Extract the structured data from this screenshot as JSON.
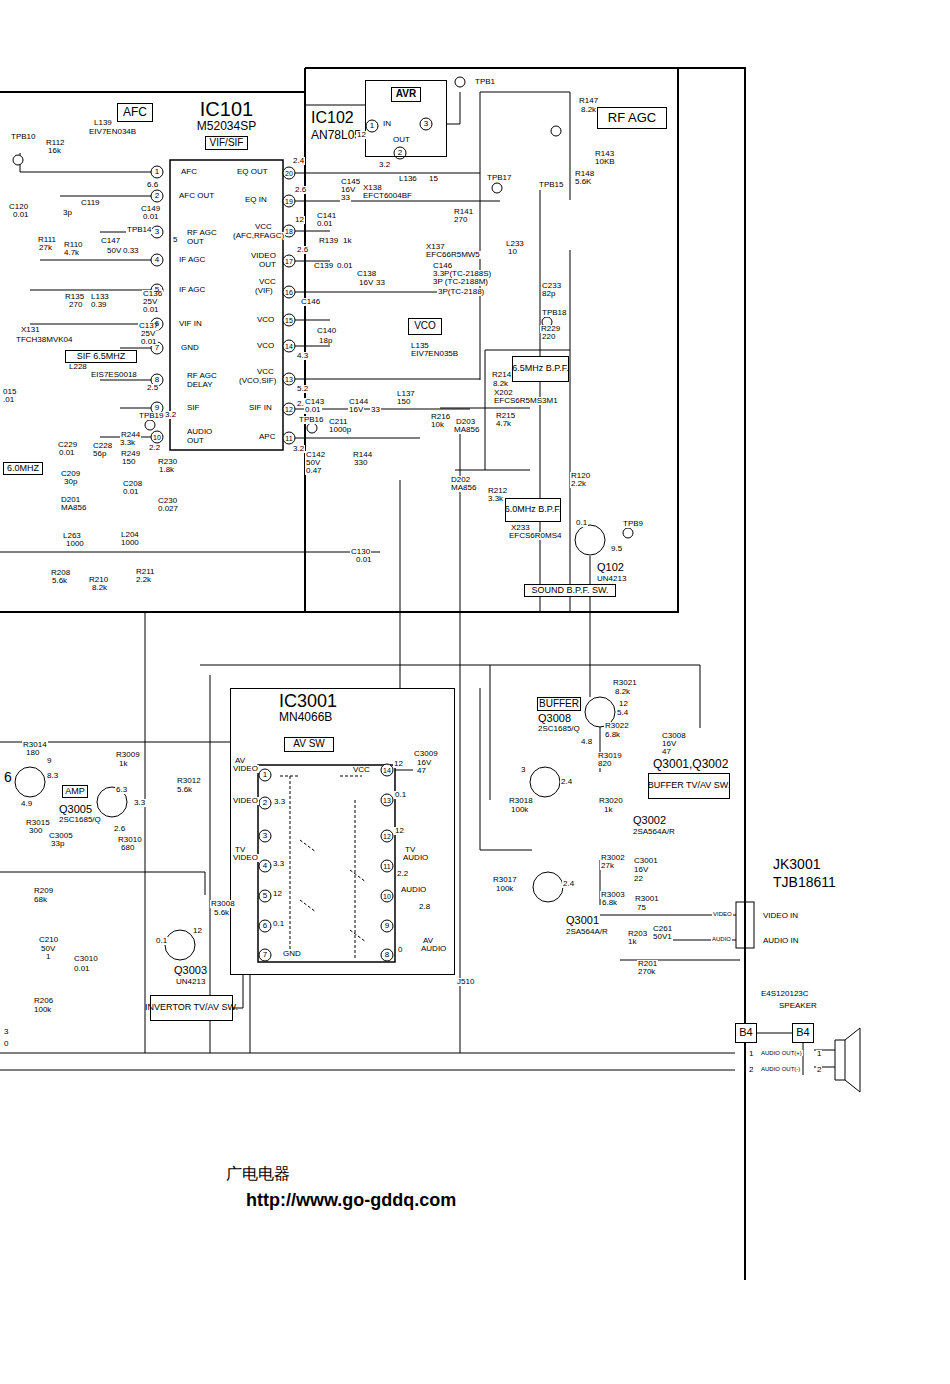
{
  "diagram": {
    "nodes": [
      {
        "text": [
          "AFC"
        ]
      },
      {
        "text": [
          "IC101",
          "M52034SP",
          "VIF/SIF"
        ]
      },
      {
        "text": [
          "AVR"
        ]
      },
      {
        "text": [
          "RF AGC"
        ]
      },
      {
        "text": [
          "SIF 6.5MHZ"
        ]
      },
      {
        "text": [
          "VCO"
        ]
      },
      {
        "text": [
          "6.5MHz B.P.F."
        ]
      },
      {
        "text": [
          "6.0MHz B.P.F."
        ]
      },
      {
        "text": [
          "SOUND B.P.F. SW."
        ]
      },
      {
        "text": [
          "IC3001",
          "MN4066B"
        ]
      },
      {
        "text": [
          "AV SW"
        ],
        "in": 9
      },
      {
        "text": [
          "BUFFER"
        ]
      },
      {
        "text": [
          "AMP"
        ]
      },
      {
        "text": [
          "INVERTOR TV/AV SW."
        ]
      },
      {
        "text": [
          "B4"
        ]
      },
      {
        "text": [
          "B4"
        ]
      },
      {
        "text": [
          "6.0MHZ"
        ]
      },
      {
        "text": [
          "BUFFER TV/AV SW."
        ]
      }
    ],
    "edges": [
      {
        "from": 13,
        "to": 9,
        "arrow": "none"
      },
      {
        "from": 14,
        "to": 15,
        "arrow": "none"
      }
    ],
    "labels": [
      "TPB10",
      "R112",
      "16k",
      "L139",
      "EIV7EN034B",
      "C120",
      "0.01",
      "C119",
      "3p",
      "R111",
      "27k",
      "R110",
      "4.7k",
      "C147",
      "50V",
      "0.33",
      "C149",
      "0.01",
      "TPB14",
      "L133",
      "0.39",
      "R135",
      "270",
      "C136",
      "25V",
      "0.01",
      "C137",
      "25V",
      "0.01",
      "X131",
      "TFCH38MVK04",
      "L228",
      "EIS7ES0018",
      "015",
      ".01",
      "TPB19",
      "R244",
      "3.3k",
      "R249",
      "150",
      "C229",
      "0.01",
      "C228",
      "56p",
      "C209",
      "30p",
      "C208",
      "0.01",
      "R230",
      "1.8k",
      "C230",
      "0.027",
      "D201",
      "MA856",
      "L263",
      "1000",
      "L204",
      "1000",
      "R208",
      "5.6k",
      "R210",
      "8.2k",
      "R211",
      "2.2k",
      "1",
      "2",
      "3",
      "4",
      "5",
      "6",
      "7",
      "8",
      "9",
      "10",
      "20",
      "19",
      "18",
      "17",
      "16",
      "15",
      "14",
      "13",
      "12",
      "11",
      "AFC",
      "AFC OUT",
      "RF AGC",
      "OUT",
      "IF AGC",
      "IF AGC",
      "VIF IN",
      "GND",
      "RF AGC",
      "DELAY",
      "SIF",
      "AUDIO",
      "OUT",
      "6.6",
      "5",
      "2.5",
      "3.2",
      "2.2",
      "EQ OUT",
      "EQ IN",
      "VCC",
      "(AFC,RFAGC)",
      "VIDEO",
      "OUT",
      "VCC",
      "(VIF)",
      "VCO",
      "VCO",
      "VCC",
      "(VCO,SIF)",
      "SIF IN",
      "APC",
      "2.4",
      "2.6",
      "12",
      "2.6",
      "4.3",
      "5.2",
      "2.8",
      "3.2",
      "IC102",
      "AN78L05",
      "IN",
      "OUT",
      "12",
      "1",
      "3",
      "2",
      "3.2",
      "TPB1",
      "R147",
      "8.2k",
      "R143",
      "10KB",
      "R148",
      "5.6K",
      "TPB15",
      "TPB17",
      "C145",
      "16V",
      "33",
      "X138",
      "EFCT6004BF",
      "L136",
      "15",
      "R141",
      "270",
      "C141",
      "0.01",
      "R139",
      "1k",
      "X137",
      "EFC66R5MW5",
      "L233",
      "10",
      "C233",
      "82p",
      "TPB18",
      "R229",
      "220",
      "C139",
      "0.01",
      "C138",
      "16V",
      "33",
      "C146",
      "3.3P(TC-2188S)",
      "3P (TC-2188M)",
      "3P(TC-2188)",
      "C146",
      "C140",
      "18p",
      "L135",
      "EIV7EN035B",
      "C143",
      "0.01",
      "C144",
      "16V",
      "33",
      "L137",
      "150",
      "TPB16",
      "C211",
      "1000p",
      "R216",
      "10k",
      "D203",
      "MA856",
      "C142",
      "50V",
      "0.47",
      "R144",
      "330",
      "R214",
      "8.2k",
      "X202",
      "EFCS6R5MS3M1",
      "R215",
      "4.7k",
      "D202",
      "MA856",
      "R212",
      "3.3k",
      "R120",
      "2.2k",
      "X233",
      "EFCS6R0MS4",
      "0.1",
      "TPB9",
      "9.5",
      "Q102",
      "UN4213",
      "C130",
      "0.01",
      "R3021",
      "8.2k",
      "12",
      "5.4",
      "Q3008",
      "2SC1685/Q",
      "4.8",
      "R3022",
      "6.8k",
      "C3008",
      "16V",
      "47",
      "Q3001,Q3002",
      "R3019",
      "820",
      "3",
      "2.4",
      "R3018",
      "100k",
      "R3020",
      "1k",
      "Q3002",
      "2SA564A/R",
      "R3002",
      "27k",
      "C3001",
      "16V",
      "22",
      "R3017",
      "100k",
      "2.4",
      "R3003",
      "6.8k",
      "R3001",
      "75",
      "Q3001",
      "2SA564A/R",
      "R203",
      "1k",
      "C261",
      "50V1",
      "R201",
      "270k",
      "JK3001",
      "TJB18611",
      "VIDEO",
      "VIDEO IN",
      "AUDIO",
      "AUDIO IN",
      "E4S120123C",
      "SPEAKER",
      "1",
      "2",
      "AUDIO OUT(+)",
      "AUDIO OUT(-)",
      "1",
      "2",
      "J510",
      "1",
      "2",
      "3",
      "4",
      "5",
      "6",
      "7",
      "14",
      "13",
      "12",
      "11",
      "10",
      "9",
      "8",
      "AV",
      "VIDEO",
      "VIDEO",
      "3.3",
      "TV",
      "VIDEO",
      "3.3",
      "12",
      "0.1",
      "GND",
      "VCC",
      "12",
      "0.1",
      "12",
      "TV",
      "AUDIO",
      "2.2",
      "AUDIO",
      "2.8",
      "0",
      "AV",
      "AUDIO",
      "C3009",
      "16V",
      "47",
      "6",
      "R3014",
      "180",
      "9",
      "8.3",
      "4.9",
      "R3015",
      "300",
      "R3009",
      "1k",
      "6.3",
      "R3012",
      "5.6k",
      "3.3",
      "Q3005",
      "2SC1685/Q",
      "2.6",
      "R3010",
      "680",
      "C3005",
      "33p",
      "R209",
      "68k",
      "C210",
      "50V",
      "1",
      "C3010",
      "0.01",
      "R206",
      "100k",
      "R3008",
      "5.6k",
      "0.1",
      "12",
      "Q3003",
      "UN4213",
      "3",
      "0",
      "广电电器",
      "http://www.go-gddq.com"
    ]
  }
}
